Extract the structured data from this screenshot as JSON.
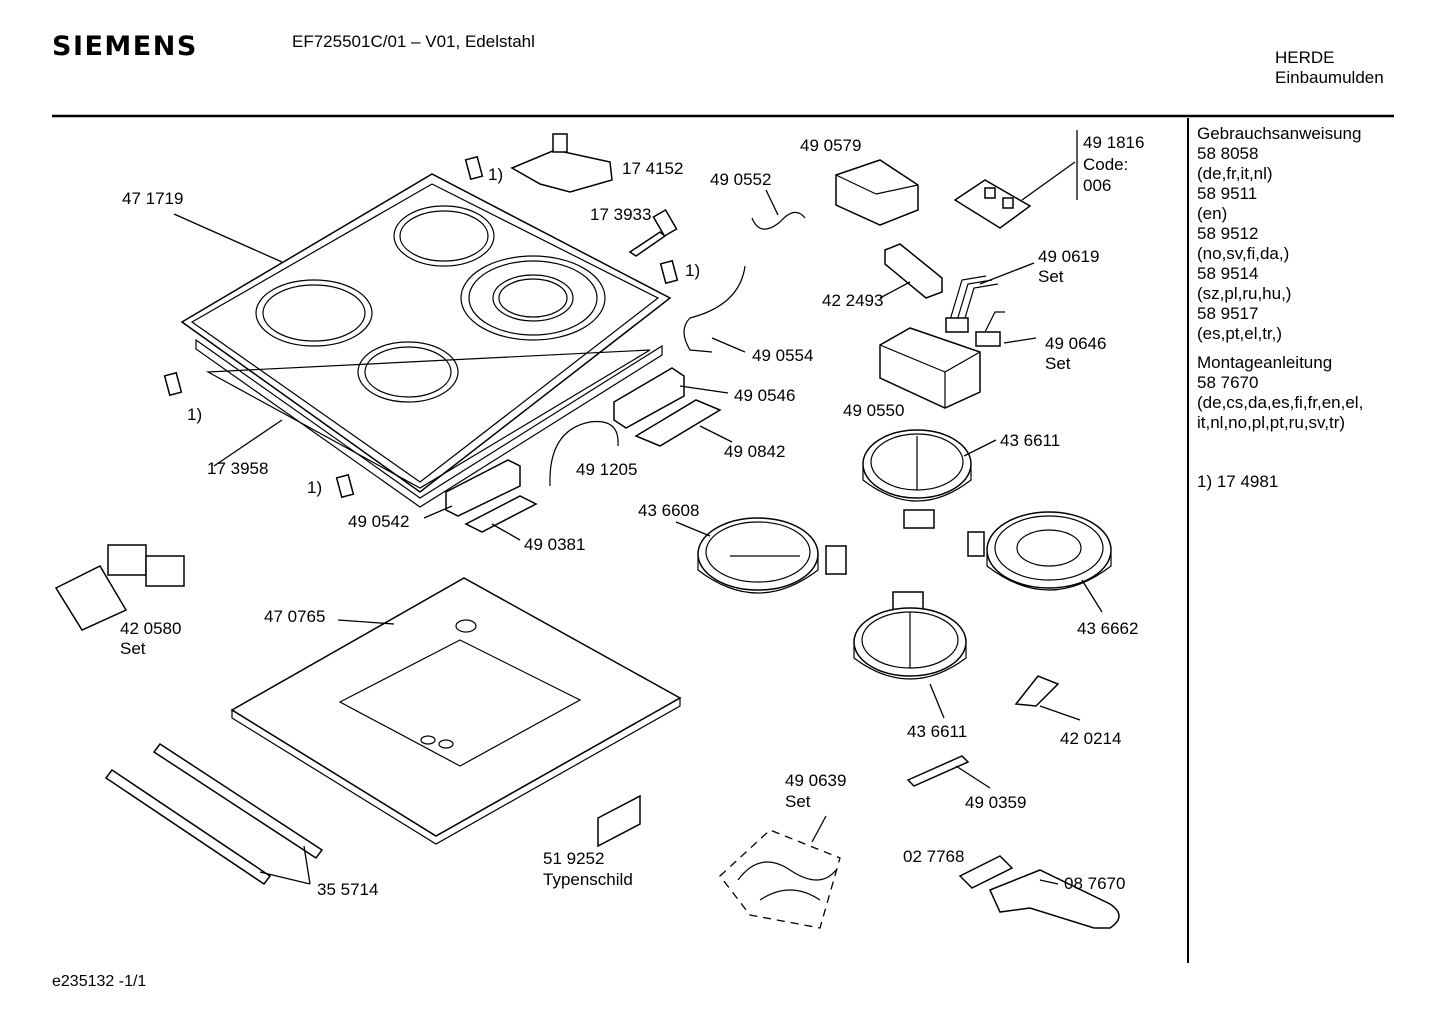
{
  "header": {
    "brand": "SIEMENS",
    "model": "EF725501C/01 – V01, Edelstahl",
    "category_line1": "HERDE",
    "category_line2": "Einbaumulden"
  },
  "footer": {
    "doc_id": "e235132 -1/1"
  },
  "side_panel": {
    "lines": [
      "Gebrauchsanweisung",
      "58 8058",
      "(de,fr,it,nl)",
      "58 9511",
      "(en)",
      "58 9512",
      "(no,sv,fi,da,)",
      "58 9514",
      "(sz,pl,ru,hu,)",
      "58 9517",
      "(es,pt,el,tr,)",
      "Montageanleitung",
      "58 7670",
      "(de,cs,da,es,fi,fr,en,el,",
      "it,nl,no,pl,pt,ru,sv,tr)"
    ],
    "footnote": "1) 17 4981"
  },
  "parts": {
    "p471719": "47 1719",
    "p174152": "17 4152",
    "p173933": "17 3933",
    "p490552": "49 0552",
    "p490579": "49 0579",
    "p491816": "49 1816",
    "p491816_code": "Code:",
    "p491816_val": "006",
    "p490619": "49 0619",
    "p490619_set": "Set",
    "p422493": "42 2493",
    "p490646": "49 0646",
    "p490646_set": "Set",
    "p490550": "49 0550",
    "p490554": "49 0554",
    "p490546": "49 0546",
    "p490842": "49 0842",
    "p491205": "49 1205",
    "p173958": "17 3958",
    "p490542": "49 0542",
    "p490381": "49 0381",
    "p436611a": "43 6611",
    "p436608": "43 6608",
    "p436662": "43 6662",
    "p436611b": "43 6611",
    "p420580": "42 0580",
    "p420580_set": "Set",
    "p470765": "47 0765",
    "p420214": "42 0214",
    "p490359": "49 0359",
    "p490639": "49 0639",
    "p490639_set": "Set",
    "p519252": "51 9252",
    "p519252_sub": "Typenschild",
    "p355714": "35 5714",
    "p027768": "02 7768",
    "p087670": "08 7670"
  },
  "footnote_refs": {
    "r1": "1)",
    "r2": "1)",
    "r3": "1)",
    "r4": "1)"
  }
}
